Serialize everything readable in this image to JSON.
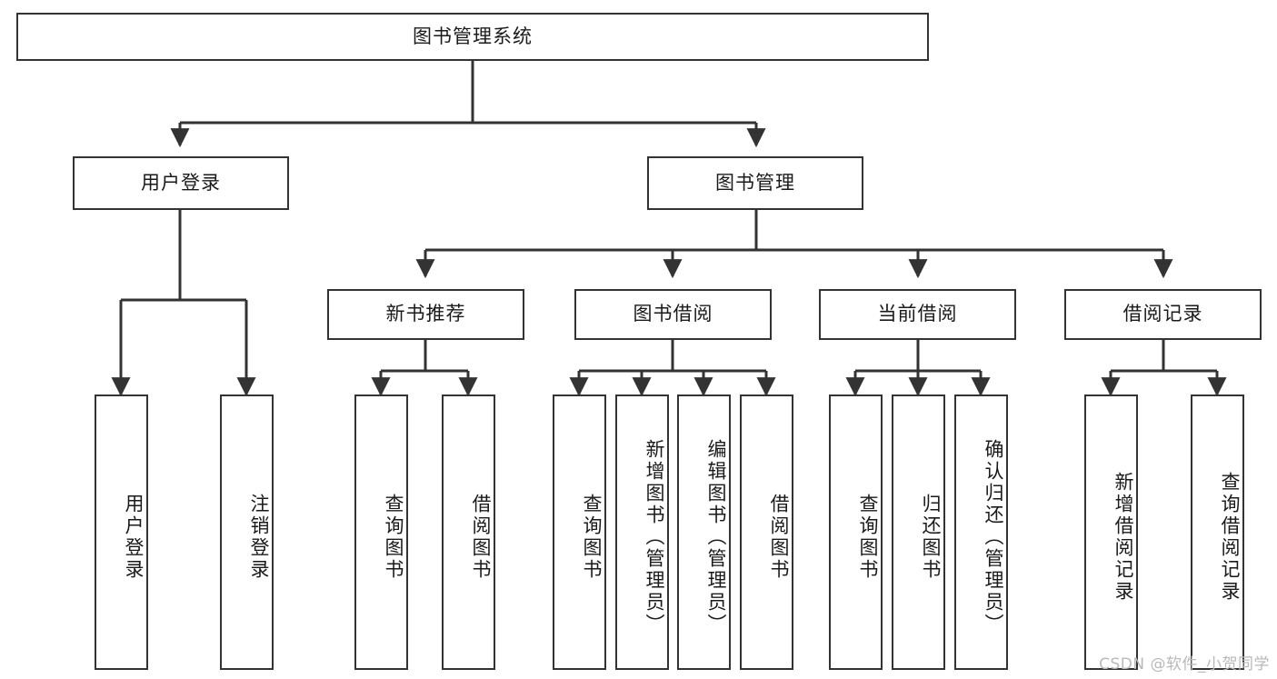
{
  "diagram": {
    "title_node": {
      "label": "图书管理系统"
    },
    "level1": [
      {
        "label": "用户登录"
      },
      {
        "label": "图书管理"
      }
    ],
    "level2": [
      {
        "label": "新书推荐"
      },
      {
        "label": "图书借阅"
      },
      {
        "label": "当前借阅"
      },
      {
        "label": "借阅记录"
      }
    ],
    "leaves": [
      {
        "label": "用户登录",
        "parent": "用户登录"
      },
      {
        "label": "注销登录",
        "parent": "用户登录"
      },
      {
        "label": "查询图书",
        "parent": "新书推荐"
      },
      {
        "label": "借阅图书",
        "parent": "新书推荐"
      },
      {
        "label": "查询图书",
        "parent": "图书借阅"
      },
      {
        "label": "新增图书（管理员）",
        "parent": "图书借阅"
      },
      {
        "label": "编辑图书（管理员）",
        "parent": "图书借阅"
      },
      {
        "label": "借阅图书",
        "parent": "图书借阅"
      },
      {
        "label": "查询图书",
        "parent": "当前借阅"
      },
      {
        "label": "归还图书",
        "parent": "当前借阅"
      },
      {
        "label": "确认归还（管理员）",
        "parent": "当前借阅"
      },
      {
        "label": "新增借阅记录",
        "parent": "借阅记录"
      },
      {
        "label": "查询借阅记录",
        "parent": "借阅记录"
      }
    ],
    "watermark": "CSDN @软件_小贺同学",
    "colors": {
      "stroke": "#333333",
      "fill": "#ffffff",
      "text": "#1a1a1a",
      "watermark": "#b9b9b9"
    }
  }
}
